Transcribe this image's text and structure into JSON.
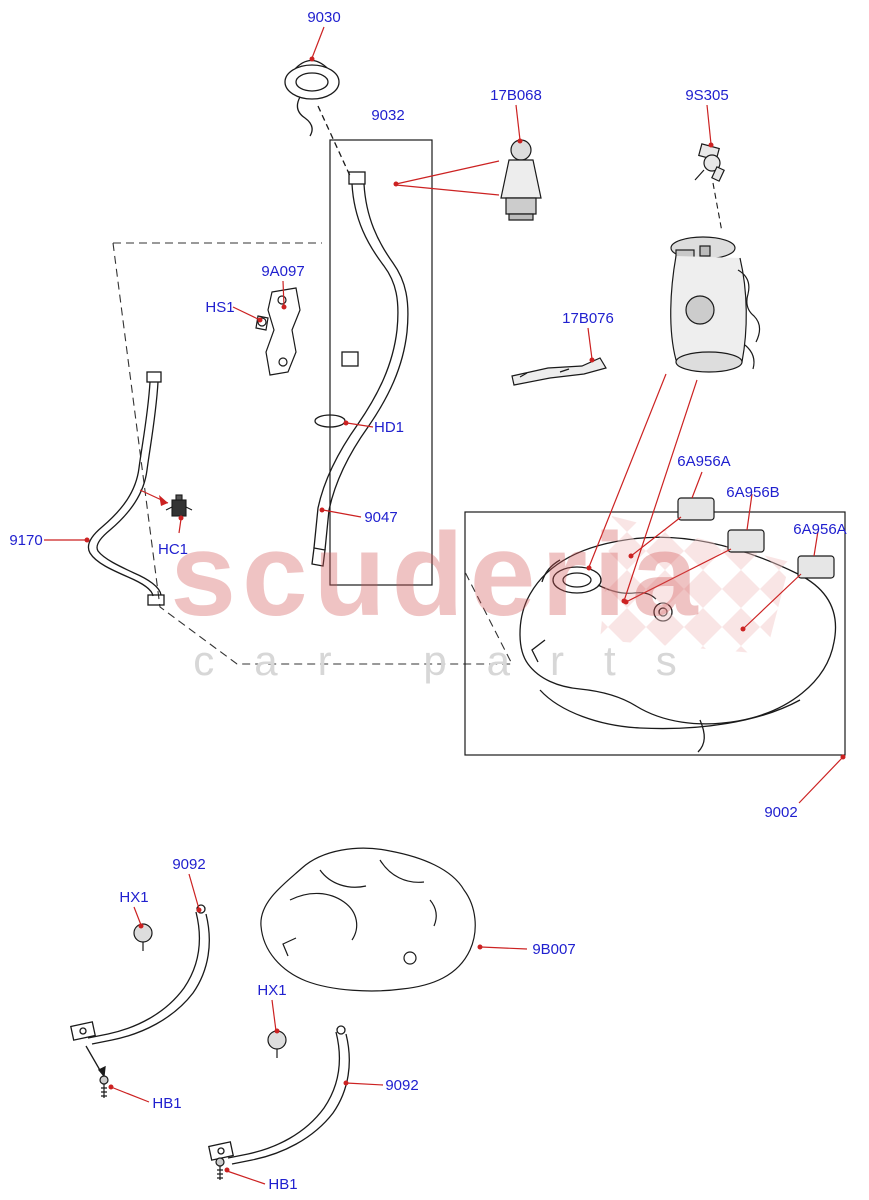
{
  "watermark": {
    "line1": "scuderia",
    "line2": "car parts"
  },
  "colors": {
    "label_blue": "#2020cf",
    "leader_red": "#cc2222",
    "line_black": "#1a1a1a",
    "watermark_pink": "rgba(210,88,88,0.36)",
    "watermark_gray": "#d7d7d7"
  },
  "labels": [
    {
      "text": "9030"
    },
    {
      "text": "9032"
    },
    {
      "text": "17B068"
    },
    {
      "text": "9S305"
    },
    {
      "text": "9A097"
    },
    {
      "text": "HS1"
    },
    {
      "text": "17B076"
    },
    {
      "text": "HD1"
    },
    {
      "text": "9047"
    },
    {
      "text": "6A956A"
    },
    {
      "text": "6A956B"
    },
    {
      "text": "6A956A"
    },
    {
      "text": "9170"
    },
    {
      "text": "HC1"
    },
    {
      "text": "9002"
    },
    {
      "text": "9092"
    },
    {
      "text": "HX1"
    },
    {
      "text": "9B007"
    },
    {
      "text": "HX1"
    },
    {
      "text": "9092"
    },
    {
      "text": "HB1"
    },
    {
      "text": "HB1"
    }
  ]
}
